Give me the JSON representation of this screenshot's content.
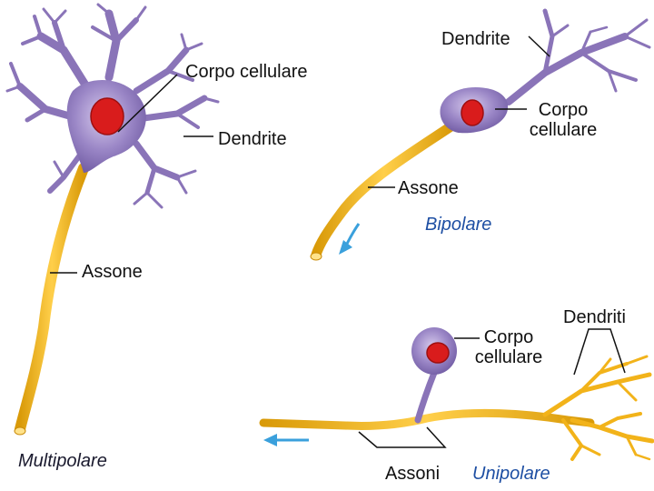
{
  "colors": {
    "axon": "#f2b31a",
    "axon_dark": "#c98a06",
    "cell_body": "#8a74b8",
    "cell_body_light": "#c7b8e0",
    "nucleus": "#d91c1c",
    "arrow": "#3aa0dc",
    "type_label": "#1e4fa3",
    "type_label_dark": "#1a1a2e"
  },
  "multipolar": {
    "dendrite_label": "Dendrite",
    "cell_body_label": "Corpo cellulare",
    "axon_label": "Assone",
    "type_label": "Multipolare"
  },
  "bipolar": {
    "dendrite_label": "Dendrite",
    "cell_body_label_line1": "Corpo",
    "cell_body_label_line2": "cellulare",
    "axon_label": "Assone",
    "type_label": "Bipolare"
  },
  "unipolar": {
    "cell_body_label_line1": "Corpo",
    "cell_body_label_line2": "cellulare",
    "dendrites_label": "Dendriti",
    "axons_label": "Assoni",
    "type_label": "Unipolare"
  }
}
